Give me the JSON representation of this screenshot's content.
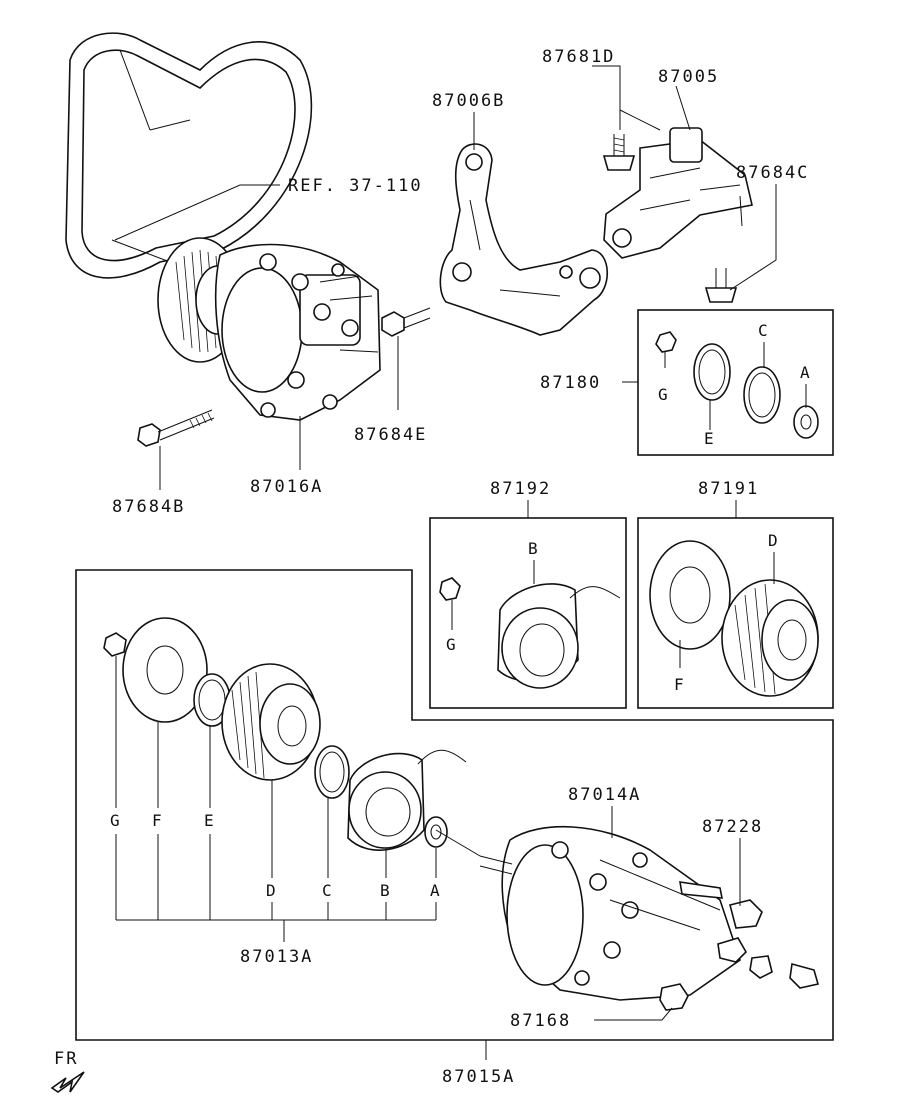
{
  "labels": {
    "ref": "REF. 37-110",
    "p87681D": "87681D",
    "p87005": "87005",
    "p87006B": "87006B",
    "p87684C": "87684C",
    "p87180": "87180",
    "p87684E": "87684E",
    "p87016A": "87016A",
    "p87684B": "87684B",
    "p87192": "87192",
    "p87191": "87191",
    "p87014A": "87014A",
    "p87228": "87228",
    "p87013A": "87013A",
    "p87168": "87168",
    "p87015A": "87015A",
    "fr": "FR"
  },
  "letters": {
    "A": "A",
    "B": "B",
    "C": "C",
    "D": "D",
    "E": "E",
    "F": "F",
    "G": "G"
  }
}
